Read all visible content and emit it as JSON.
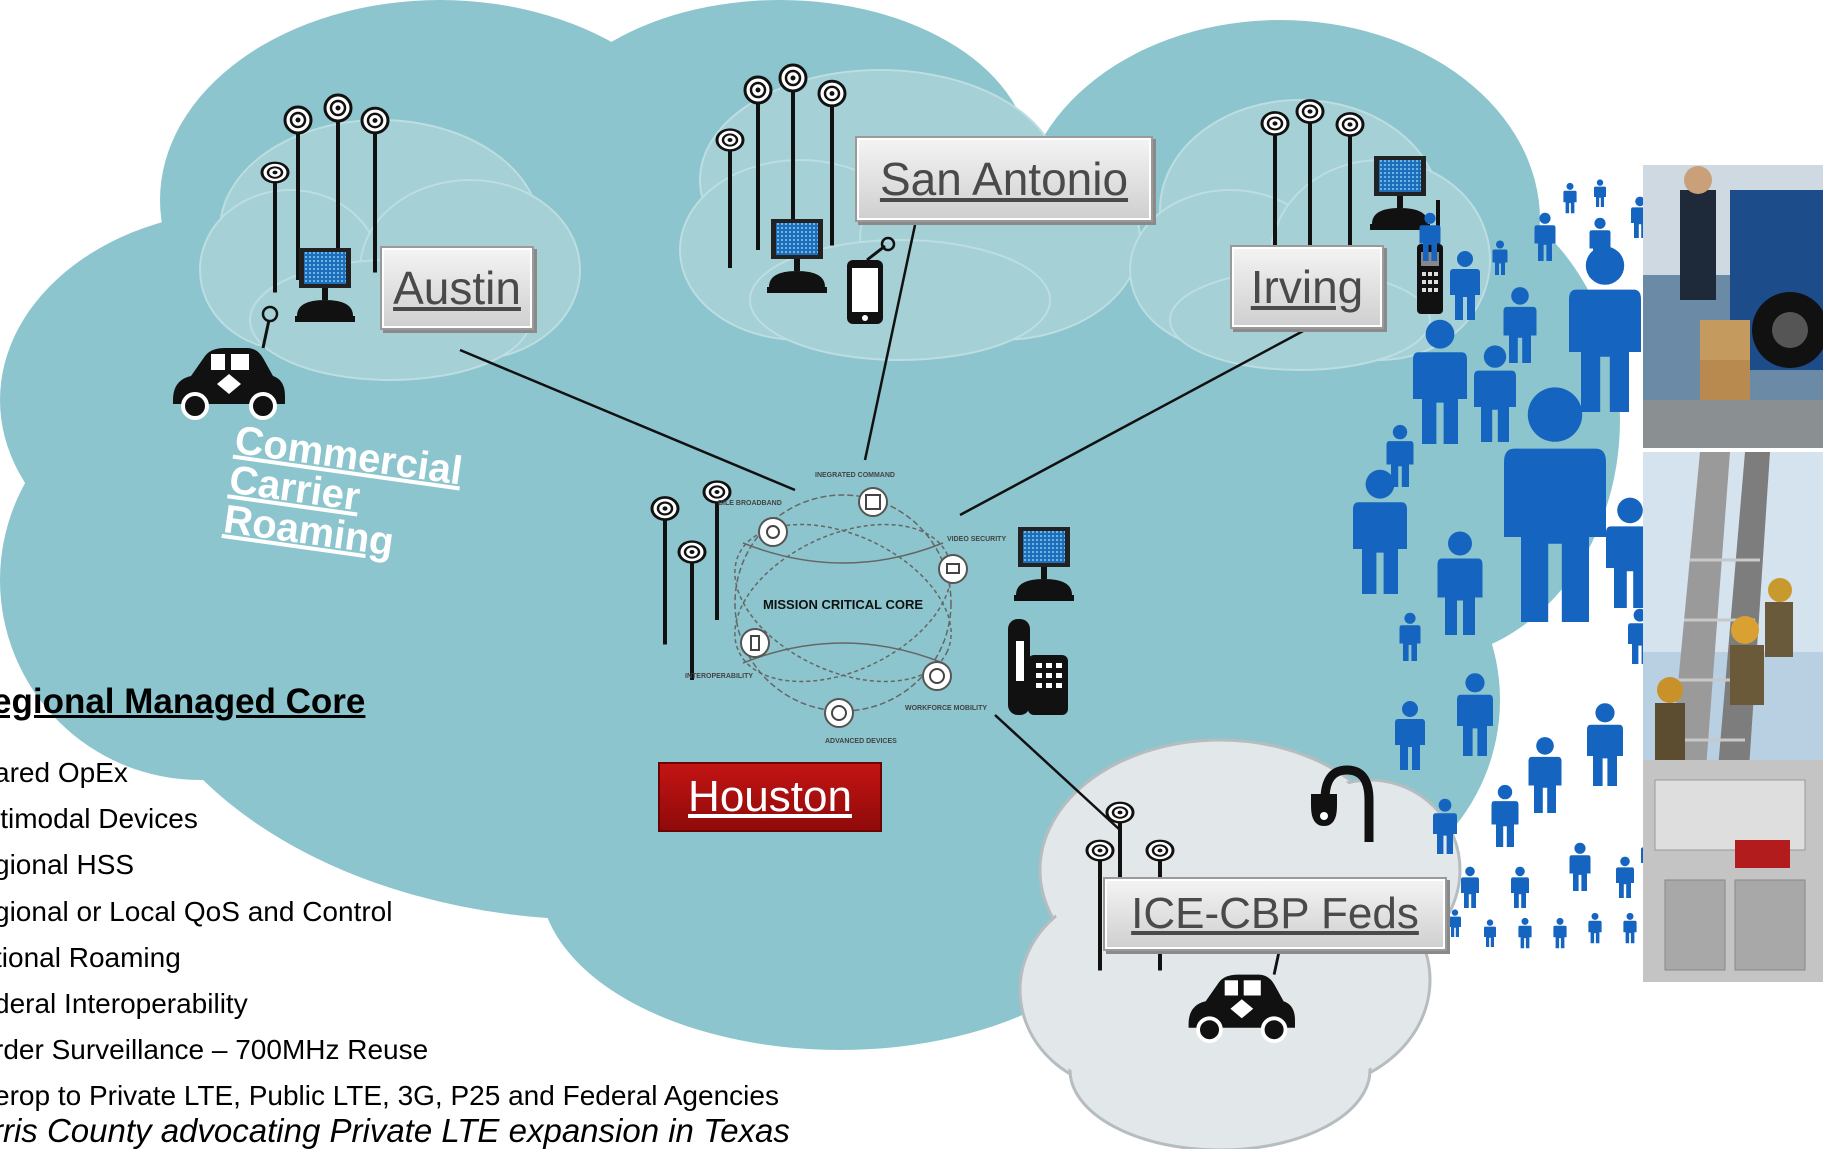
{
  "regions": {
    "austin": "Austin",
    "san_antonio": "San Antonio",
    "irving": "Irving",
    "houston": "Houston",
    "federal": "ICE-CBP Feds"
  },
  "roaming_label": [
    "Commercial",
    "Carrier",
    "Roaming"
  ],
  "core_diagram": {
    "center": "MISSION CRITICAL CORE",
    "capabilities": {
      "integrated_command": "INEGRATED COMMAND",
      "broadband": "BILE BROADBAND",
      "video_security": "VIDEO SECURITY",
      "interoperability": "INTEROPERABILITY",
      "workforce_mobility": "WORKFORCE MOBILITY",
      "advanced_devices": "ADVANCED DEVICES"
    }
  },
  "regional_core": {
    "title": "egional Managed Core",
    "bullets": [
      "ared OpEx",
      "ltimodal Devices",
      "gional HSS",
      "gional or Local QoS and Control",
      "tional Roaming",
      "deral Interoperability",
      "rder Surveillance – 700MHz Reuse",
      "erop to Private LTE, Public LTE, 3G, P25 and Federal Agencies"
    ],
    "advocacy_note": "rris County advocating Private LTE expansion in Texas"
  },
  "colors": {
    "cloud_main": "#8cc5cd",
    "cloud_local": "#a5d0d6",
    "cloud_federal": "#dfe6e8",
    "people_blue": "#1565c0",
    "houston_red": "#b01010"
  },
  "icons": [
    "radio-tower-icon",
    "computer-terminal-icon",
    "police-car-icon",
    "mobile-phone-icon",
    "handheld-radio-icon",
    "desk-phone-icon",
    "surveillance-camera-icon",
    "people-crowd-icon"
  ]
}
